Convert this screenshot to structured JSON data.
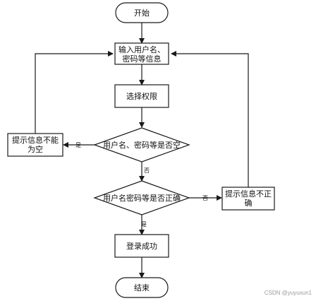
{
  "nodes": {
    "start": "开始",
    "input": [
      "输入用户名、",
      "密码等信息"
    ],
    "select": "选择权限",
    "empty_check": "用户名、密码等是否空",
    "empty_msg": [
      "提示信息不能",
      "为空"
    ],
    "match_check": "用户名密码等是否正确",
    "wrong_msg": [
      "提示信息不正",
      "确"
    ],
    "success": "登录成功",
    "end": "结束"
  },
  "edges": {
    "empty_yes": "是",
    "empty_no": "否",
    "match_no": "否",
    "match_yes": "是"
  },
  "watermark": "CSDN @yuyuxun1"
}
